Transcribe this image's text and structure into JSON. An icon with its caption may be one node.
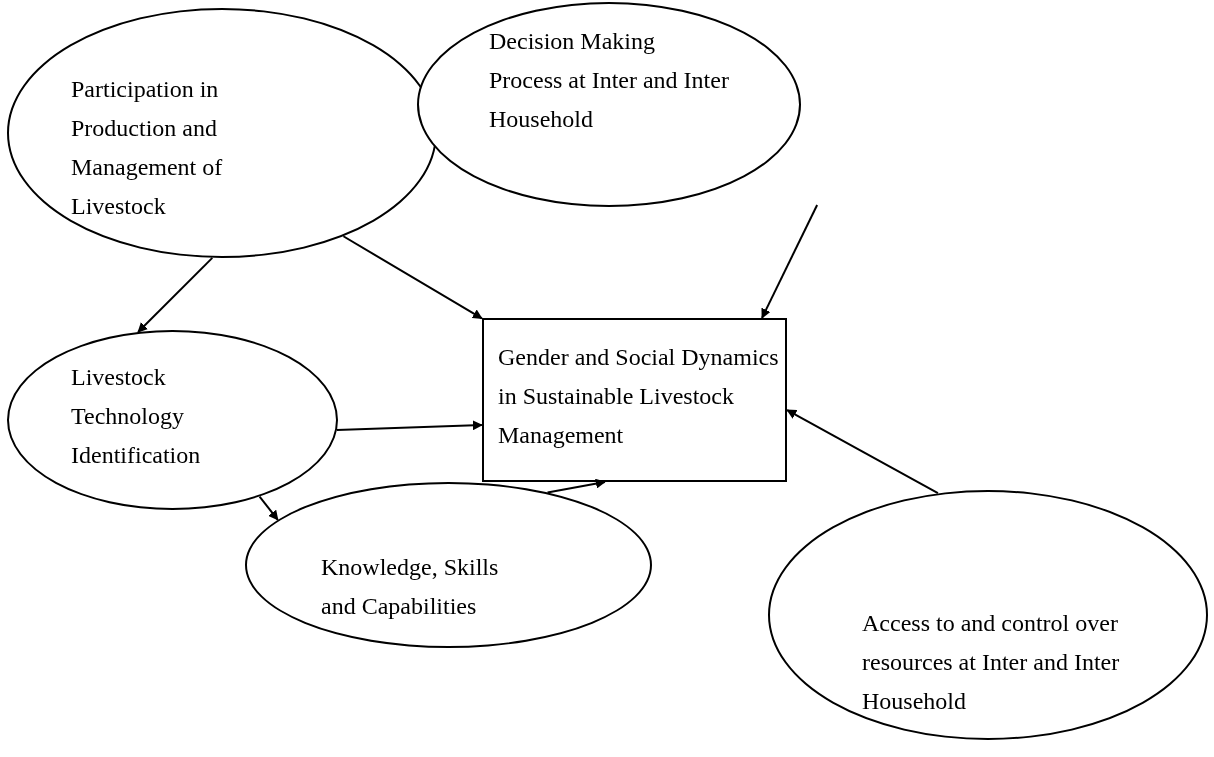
{
  "diagram": {
    "nodes": [
      {
        "text": [
          "Participation in Production and Management of Livestock"
        ]
      },
      {
        "text": [
          "Decision Making Process at Inter and Inter Household"
        ]
      },
      {
        "text": [
          "Gender and Social Dynamics in Sustainable Livestock Management"
        ]
      },
      {
        "text": [
          "Livestock Technology Identification"
        ]
      },
      {
        "text": [
          "Knowledge, Skills and Capabilities"
        ]
      },
      {
        "text": [
          "Access to and control over resources at Inter and Inter Household"
        ]
      }
    ],
    "edges": [
      {
        "from": 0,
        "to": 2,
        "arrow": "to"
      },
      {
        "from": 1,
        "to": 2,
        "arrow": "to"
      },
      {
        "from": 0,
        "to": 3,
        "arrow": "to"
      },
      {
        "from": 3,
        "to": 2,
        "arrow": "to"
      },
      {
        "from": 3,
        "to": 4,
        "arrow": "to"
      },
      {
        "from": 4,
        "to": 2,
        "arrow": "to"
      },
      {
        "from": 5,
        "to": 2,
        "arrow": "to"
      }
    ]
  }
}
